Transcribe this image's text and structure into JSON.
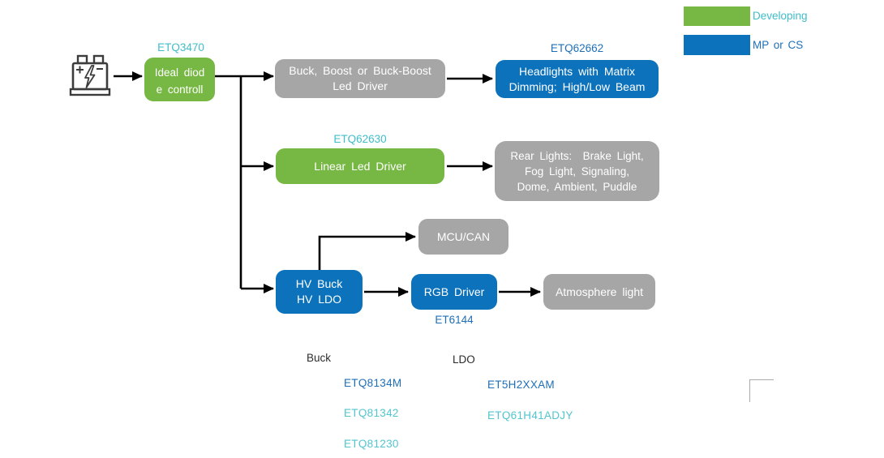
{
  "legend": {
    "items": [
      {
        "label": "Developing",
        "swatch_color": "#76B843",
        "label_color": "#3FBDC9"
      },
      {
        "label": "MP or CS",
        "swatch_color": "#0C72BC",
        "label_color": "#1E6FB8"
      }
    ]
  },
  "nodes": {
    "ideal_diode": {
      "part": "ETQ3470",
      "lines": [
        "Ideal diod",
        "e controll"
      ],
      "status": "developing"
    },
    "buck_boost": {
      "lines": [
        "Buck, Boost or Buck-Boost",
        "Led Driver"
      ],
      "status": "generic"
    },
    "headlights": {
      "part": "ETQ62662",
      "lines": [
        "Headlights with Matrix",
        "Dimming; High/Low Beam"
      ],
      "status": "mp_or_cs"
    },
    "linear_led": {
      "part": "ETQ62630",
      "lines": [
        "Linear Led Driver"
      ],
      "status": "developing"
    },
    "rear_lights": {
      "lines": [
        "Rear Lights:  Brake Light,",
        "Fog Light, Signaling,",
        "Dome, Ambient, Puddle"
      ],
      "status": "generic"
    },
    "mcu_can": {
      "lines": [
        "MCU/CAN"
      ],
      "status": "generic"
    },
    "hv_buck_ldo": {
      "lines": [
        "HV Buck",
        "HV LDO"
      ],
      "status": "mp_or_cs"
    },
    "rgb_driver": {
      "lines": [
        "RGB Driver"
      ],
      "part": "ET6144",
      "status": "mp_or_cs"
    },
    "atmosphere": {
      "lines": [
        "Atmosphere light"
      ],
      "status": "generic"
    }
  },
  "part_lists": {
    "buck": {
      "title": "Buck",
      "items": [
        {
          "name": "ETQ8134M",
          "status": "mp_or_cs"
        },
        {
          "name": "ETQ81342",
          "status": "developing"
        },
        {
          "name": "ETQ81230",
          "status": "developing"
        }
      ]
    },
    "ldo": {
      "title": "LDO",
      "items": [
        {
          "name": "ET5H2XXAM",
          "status": "mp_or_cs"
        },
        {
          "name": "ETQ61H41ADJY",
          "status": "developing"
        }
      ]
    }
  },
  "colors": {
    "developing_green": "#76B843",
    "mp_cs_blue": "#0C72BC",
    "generic_gray": "#A6A6A6",
    "teal_text": "#3FBDC9",
    "teal_part_text": "#52C5CE",
    "blue_text": "#1E6FB8",
    "arrow_black": "#000000"
  }
}
